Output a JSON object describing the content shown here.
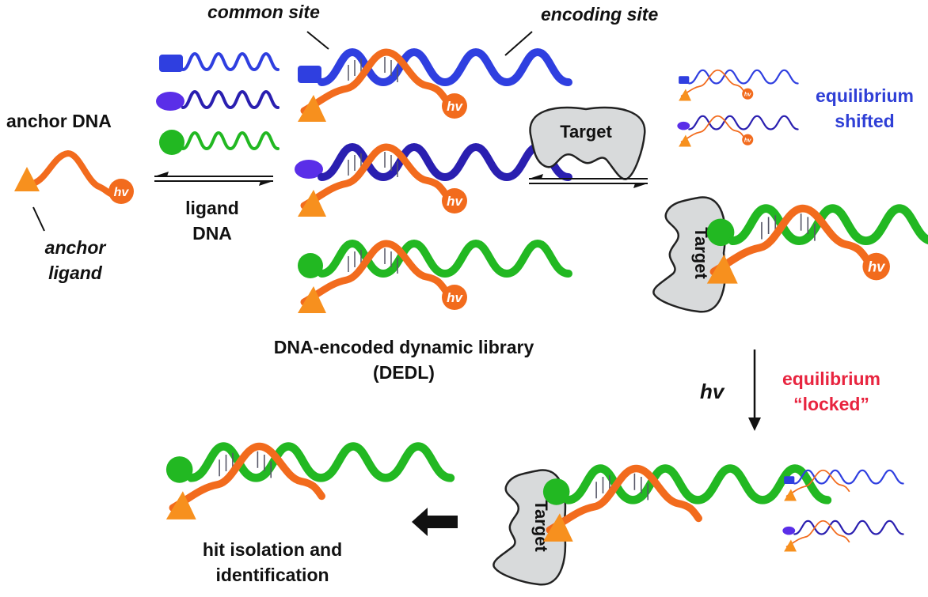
{
  "labels": {
    "common_site": "common site",
    "encoding_site": "encoding site",
    "anchor_dna": "anchor DNA",
    "anchor_ligand_1": "anchor",
    "anchor_ligand_2": "ligand",
    "ligand_dna_1": "ligand",
    "ligand_dna_2": "DNA",
    "library_title_1": "DNA-encoded dynamic library",
    "library_title_2": "(DEDL)",
    "eq_shifted_1": "equilibrium",
    "eq_shifted_2": "shifted",
    "eq_locked_1": "equilibrium",
    "eq_locked_2": "“locked”",
    "hv_step": "hv",
    "hit_1": "hit isolation and",
    "hit_2": "identification"
  },
  "photo_group_label": "hv",
  "target_label": "Target",
  "colors": {
    "orange_strand": "#f26b1d",
    "orange_ligand": "#f7901e",
    "blue": "#2f3fe0",
    "indigo": "#2a1fb0",
    "purple_ligand": "#5a2ee8",
    "green": "#22b822",
    "target_fill": "#d8dadb",
    "text": "#111111",
    "blue_text": "#2f3fd6",
    "red_text": "#e8243f"
  }
}
